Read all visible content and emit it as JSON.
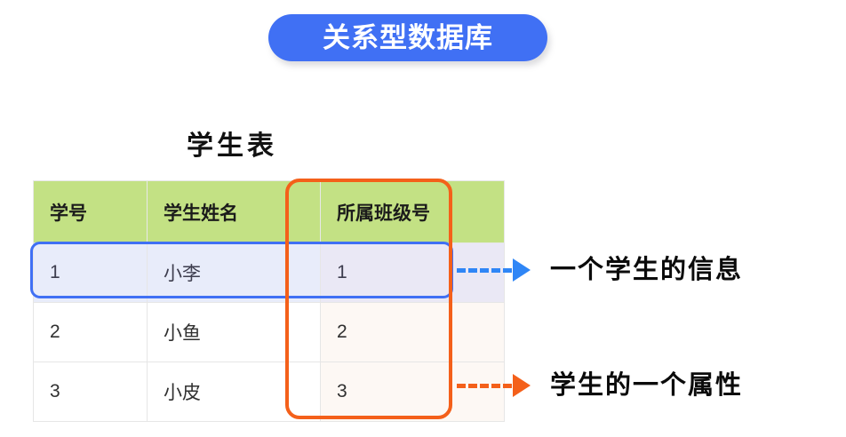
{
  "title_badge": {
    "label": "关系型数据库",
    "background": "#4070f4",
    "text_color": "#ffffff"
  },
  "table": {
    "title": "学生表",
    "header_background": "#c3e184",
    "columns": [
      {
        "key": "id",
        "label": "学号"
      },
      {
        "key": "name",
        "label": "学生姓名"
      },
      {
        "key": "class",
        "label": "所属班级号"
      }
    ],
    "rows": [
      {
        "id": "1",
        "name": "小李",
        "class": "1"
      },
      {
        "id": "2",
        "name": "小鱼",
        "class": "2"
      },
      {
        "id": "3",
        "name": "小皮",
        "class": "3"
      }
    ]
  },
  "highlights": {
    "row": {
      "target_row_index": 0,
      "color": "#4070f4",
      "fill": "#e8ecfa"
    },
    "column": {
      "target_column_key": "class",
      "color": "#f4601a",
      "fill": "#fdf8f4"
    }
  },
  "annotations": [
    {
      "id": "row-annotation",
      "label": "一个学生的信息",
      "color": "#2f86f6",
      "arrow": "dashed-arrow-right-icon"
    },
    {
      "id": "column-annotation",
      "label": "学生的一个属性",
      "color": "#f4601a",
      "arrow": "dashed-arrow-right-icon"
    }
  ]
}
